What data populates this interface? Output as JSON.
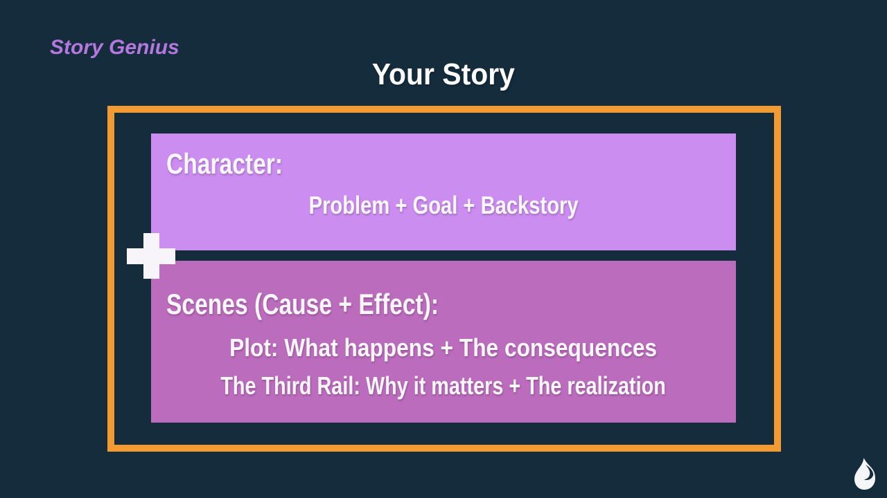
{
  "header": {
    "brand": "Story Genius",
    "title": "Your Story"
  },
  "diagram": {
    "character_box": {
      "heading": "Character:",
      "formula": "Problem + Goal + Backstory"
    },
    "plus_symbol": "+",
    "scenes_box": {
      "heading": "Scenes (Cause + Effect):",
      "lines": [
        "Plot: What happens + The consequences",
        "The Third Rail: Why it matters + The realization"
      ]
    }
  },
  "icons": {
    "plus-icon": "white plus cross (css-shape)",
    "flame-logo-icon": "white flame / droplet mark (svg-shape)"
  },
  "colors": {
    "background": "#142c3c",
    "frame_orange": "#f39a33",
    "character_box_purple": "#cb8def",
    "scenes_box_purple": "#bc6cbc",
    "brand_purple": "#b478de",
    "text_white": "#fdfdfd"
  }
}
